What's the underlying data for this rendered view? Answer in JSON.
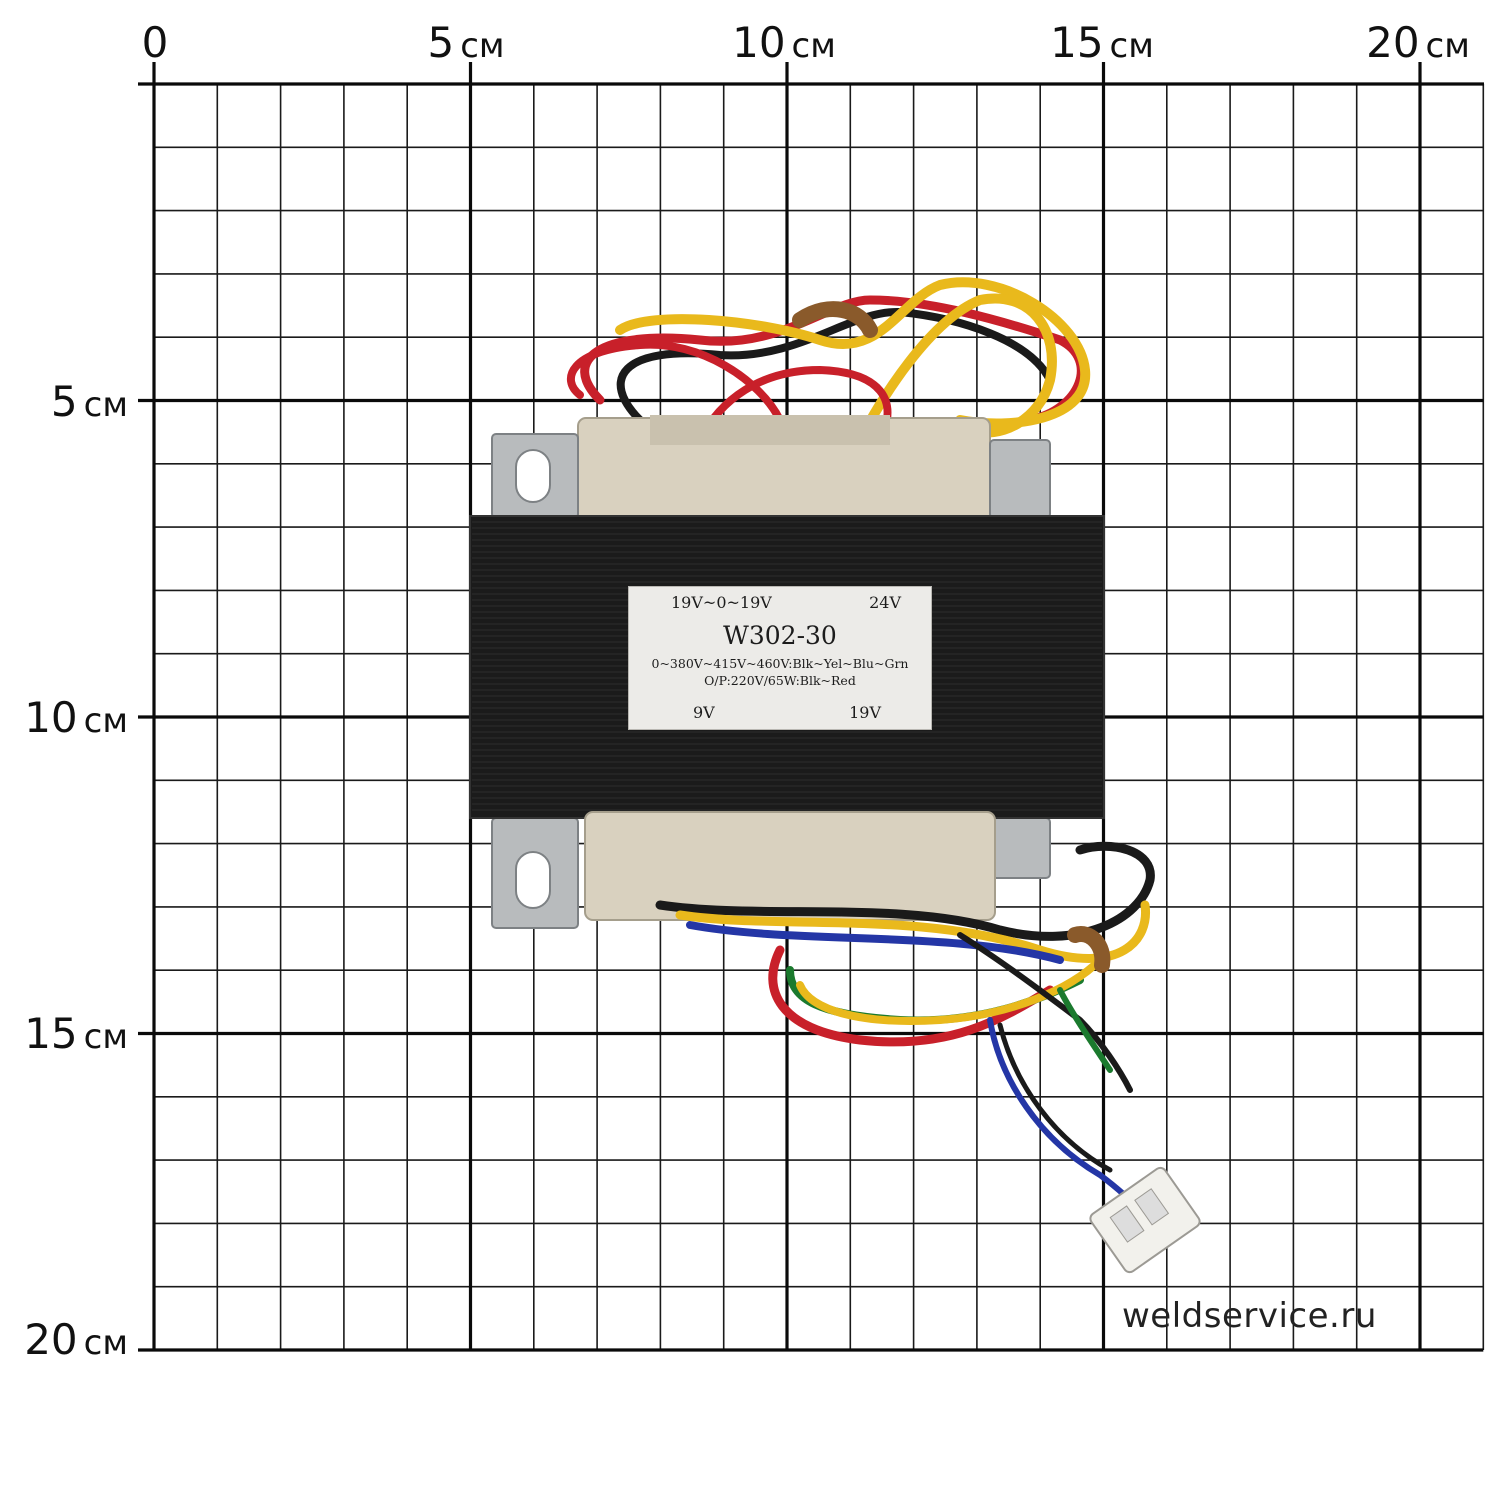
{
  "ruler": {
    "unit": "см",
    "top": [
      "0",
      "5",
      "10",
      "15",
      "20"
    ],
    "left": [
      "5",
      "10",
      "15",
      "20"
    ]
  },
  "nameplate": {
    "top_left": "19V~0~19V",
    "top_right": "24V",
    "model": "W302-30",
    "input_line": "0~380V~415V~460V:Blk~Yel~Blu~Grn",
    "output_line": "O/P:220V/65W:Blk~Red",
    "bottom_left": "9V",
    "bottom_right": "19V"
  },
  "watermark": "weldservice.ru",
  "colors": {
    "grid": "#111111",
    "core": "#1b1b1b",
    "bobbin": "#d9d1bf",
    "bracket": "#b8bbbd",
    "wire_red": "#c8202a",
    "wire_yellow": "#e9b91c",
    "wire_black": "#1a1a1a",
    "wire_blue": "#2436a6",
    "wire_green": "#1b7a2e"
  }
}
